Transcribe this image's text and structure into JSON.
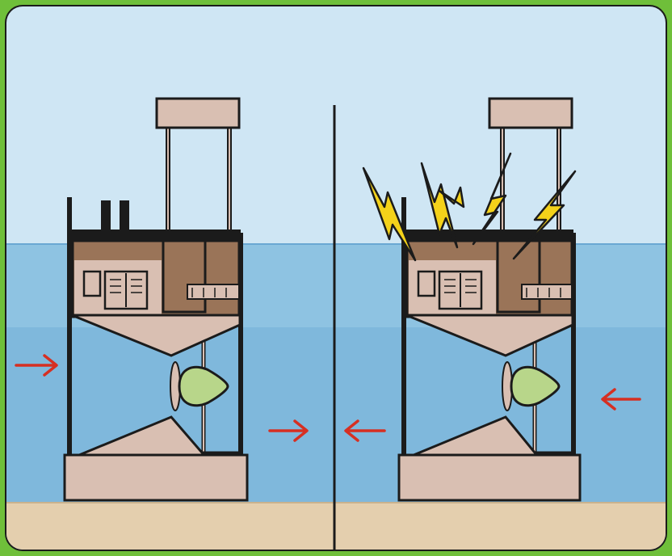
{
  "figure": {
    "panels": [
      {
        "name": "panel-left",
        "flow_direction": "right",
        "current_state": "normal"
      },
      {
        "name": "panel-right",
        "flow_direction": "left",
        "current_state": "reversed-with-sparks"
      }
    ],
    "colors": {
      "frame": "#6fbf3a",
      "sky": "#cfe6f4",
      "sea": "#8ec3e2",
      "sea_dark": "#79b2d6",
      "seabed": "#e4cfae",
      "structure": "#d9bfb2",
      "machinery": "#9a7458",
      "machinery_dark": "#4a2f22",
      "turbine": "#b8d68a",
      "arrow": "#d62f22",
      "lightning": "#f4d21a",
      "outline": "#1b1b1b"
    },
    "icons": [
      "arrow-right-icon",
      "arrow-left-icon",
      "lightning-icon",
      "turbine-icon",
      "control-panel-icon"
    ]
  }
}
